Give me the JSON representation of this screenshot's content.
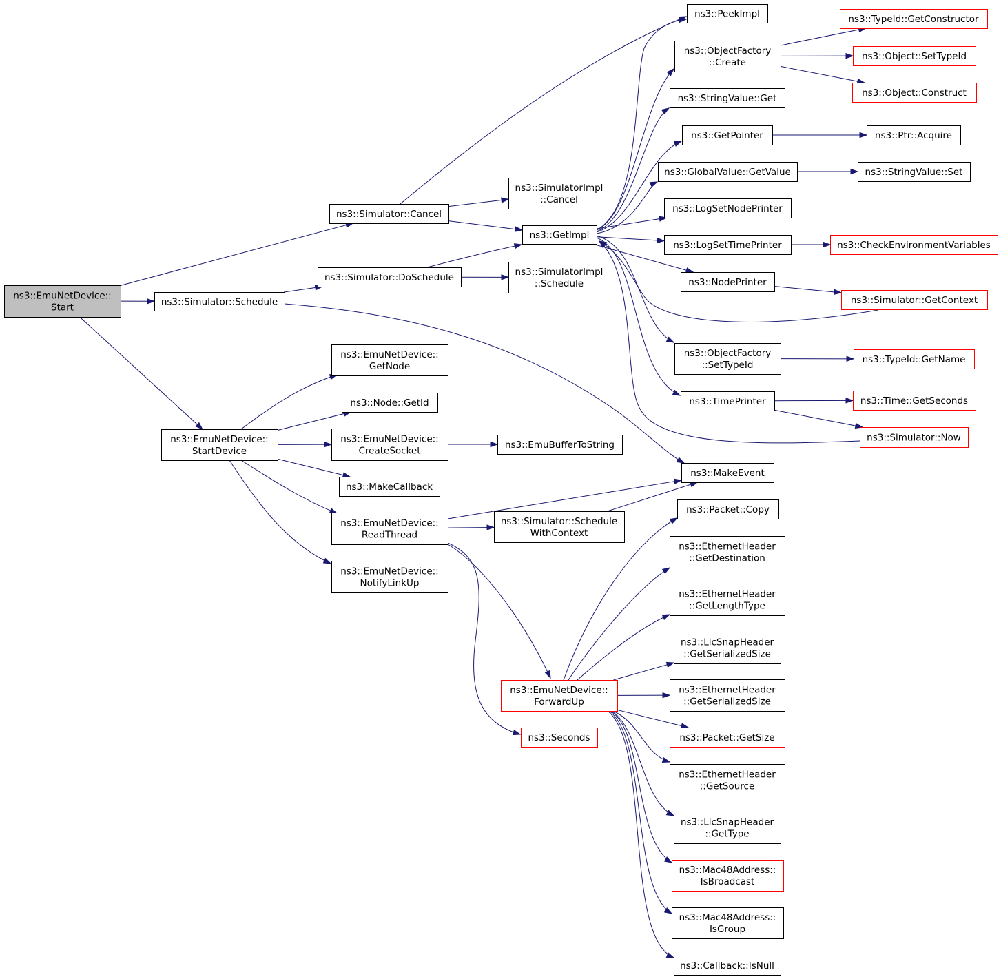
{
  "colors": {
    "edge": "#191970",
    "border_normal": "#000000",
    "border_truncated": "#ff0000",
    "root_fill": "#bfbfbf",
    "node_fill": "#ffffff"
  },
  "nodes": [
    {
      "id": "start",
      "lines": [
        "ns3::EmuNetDevice::",
        "Start"
      ],
      "style": "root"
    },
    {
      "id": "sim_schedule",
      "lines": [
        "ns3::Simulator::Schedule"
      ],
      "style": "normal"
    },
    {
      "id": "sim_cancel",
      "lines": [
        "ns3::Simulator::Cancel"
      ],
      "style": "normal"
    },
    {
      "id": "sim_doschedule",
      "lines": [
        "ns3::Simulator::DoSchedule"
      ],
      "style": "normal"
    },
    {
      "id": "start_device",
      "lines": [
        "ns3::EmuNetDevice::",
        "StartDevice"
      ],
      "style": "normal"
    },
    {
      "id": "simimpl_cancel",
      "lines": [
        "ns3::SimulatorImpl",
        "::Cancel"
      ],
      "style": "normal"
    },
    {
      "id": "getimpl",
      "lines": [
        "ns3::GetImpl"
      ],
      "style": "normal"
    },
    {
      "id": "simimpl_schedule",
      "lines": [
        "ns3::SimulatorImpl",
        "::Schedule"
      ],
      "style": "normal"
    },
    {
      "id": "peekimpl",
      "lines": [
        "ns3::PeekImpl"
      ],
      "style": "normal"
    },
    {
      "id": "of_create",
      "lines": [
        "ns3::ObjectFactory",
        "::Create"
      ],
      "style": "normal"
    },
    {
      "id": "stringvalue_get",
      "lines": [
        "ns3::StringValue::Get"
      ],
      "style": "normal"
    },
    {
      "id": "getpointer",
      "lines": [
        "ns3::GetPointer"
      ],
      "style": "normal"
    },
    {
      "id": "gv_getvalue",
      "lines": [
        "ns3::GlobalValue::GetValue"
      ],
      "style": "normal"
    },
    {
      "id": "logsetnodeprinter",
      "lines": [
        "ns3::LogSetNodePrinter"
      ],
      "style": "normal"
    },
    {
      "id": "logsettimeprinter",
      "lines": [
        "ns3::LogSetTimePrinter"
      ],
      "style": "normal"
    },
    {
      "id": "nodeprinter",
      "lines": [
        "ns3::NodePrinter"
      ],
      "style": "normal"
    },
    {
      "id": "of_settypeid",
      "lines": [
        "ns3::ObjectFactory",
        "::SetTypeId"
      ],
      "style": "normal"
    },
    {
      "id": "timeprinter",
      "lines": [
        "ns3::TimePrinter"
      ],
      "style": "normal"
    },
    {
      "id": "makeevent",
      "lines": [
        "ns3::MakeEvent"
      ],
      "style": "normal"
    },
    {
      "id": "typeid_getconstructor",
      "lines": [
        "ns3::TypeId::GetConstructor"
      ],
      "style": "truncated"
    },
    {
      "id": "object_settypeid",
      "lines": [
        "ns3::Object::SetTypeId"
      ],
      "style": "truncated"
    },
    {
      "id": "object_construct",
      "lines": [
        "ns3::Object::Construct"
      ],
      "style": "truncated"
    },
    {
      "id": "ptr_acquire",
      "lines": [
        "ns3::Ptr::Acquire"
      ],
      "style": "normal"
    },
    {
      "id": "stringvalue_set",
      "lines": [
        "ns3::StringValue::Set"
      ],
      "style": "normal"
    },
    {
      "id": "checkenv",
      "lines": [
        "ns3::CheckEnvironmentVariables"
      ],
      "style": "truncated"
    },
    {
      "id": "sim_getcontext",
      "lines": [
        "ns3::Simulator::GetContext"
      ],
      "style": "truncated"
    },
    {
      "id": "typeid_getname",
      "lines": [
        "ns3::TypeId::GetName"
      ],
      "style": "truncated"
    },
    {
      "id": "time_getseconds",
      "lines": [
        "ns3::Time::GetSeconds"
      ],
      "style": "truncated"
    },
    {
      "id": "sim_now",
      "lines": [
        "ns3::Simulator::Now"
      ],
      "style": "truncated"
    },
    {
      "id": "emu_getnode",
      "lines": [
        "ns3::EmuNetDevice::",
        "GetNode"
      ],
      "style": "normal"
    },
    {
      "id": "node_getid",
      "lines": [
        "ns3::Node::GetId"
      ],
      "style": "normal"
    },
    {
      "id": "emu_createsocket",
      "lines": [
        "ns3::EmuNetDevice::",
        "CreateSocket"
      ],
      "style": "normal"
    },
    {
      "id": "makecallback",
      "lines": [
        "ns3::MakeCallback"
      ],
      "style": "normal"
    },
    {
      "id": "emu_readthread",
      "lines": [
        "ns3::EmuNetDevice::",
        "ReadThread"
      ],
      "style": "normal"
    },
    {
      "id": "emu_notifylinkup",
      "lines": [
        "ns3::EmuNetDevice::",
        "NotifyLinkUp"
      ],
      "style": "normal"
    },
    {
      "id": "emubuffertostring",
      "lines": [
        "ns3::EmuBufferToString"
      ],
      "style": "normal"
    },
    {
      "id": "sim_schedulewithcontext",
      "lines": [
        "ns3::Simulator::Schedule",
        "WithContext"
      ],
      "style": "normal"
    },
    {
      "id": "emu_forwardup",
      "lines": [
        "ns3::EmuNetDevice::",
        "ForwardUp"
      ],
      "style": "truncated"
    },
    {
      "id": "seconds",
      "lines": [
        "ns3::Seconds"
      ],
      "style": "truncated"
    },
    {
      "id": "packet_copy",
      "lines": [
        "ns3::Packet::Copy"
      ],
      "style": "normal"
    },
    {
      "id": "eh_getdestination",
      "lines": [
        "ns3::EthernetHeader",
        "::GetDestination"
      ],
      "style": "normal"
    },
    {
      "id": "eh_getlengthtype",
      "lines": [
        "ns3::EthernetHeader",
        "::GetLengthType"
      ],
      "style": "normal"
    },
    {
      "id": "llc_getserializedsize",
      "lines": [
        "ns3::LlcSnapHeader",
        "::GetSerializedSize"
      ],
      "style": "normal"
    },
    {
      "id": "eh_getserializedsize",
      "lines": [
        "ns3::EthernetHeader",
        "::GetSerializedSize"
      ],
      "style": "normal"
    },
    {
      "id": "packet_getsize",
      "lines": [
        "ns3::Packet::GetSize"
      ],
      "style": "truncated"
    },
    {
      "id": "eh_getsource",
      "lines": [
        "ns3::EthernetHeader",
        "::GetSource"
      ],
      "style": "normal"
    },
    {
      "id": "llc_gettype",
      "lines": [
        "ns3::LlcSnapHeader",
        "::GetType"
      ],
      "style": "normal"
    },
    {
      "id": "mac_isbroadcast",
      "lines": [
        "ns3::Mac48Address::",
        "IsBroadcast"
      ],
      "style": "truncated"
    },
    {
      "id": "mac_isgroup",
      "lines": [
        "ns3::Mac48Address::",
        "IsGroup"
      ],
      "style": "normal"
    },
    {
      "id": "callback_isnull",
      "lines": [
        "ns3::Callback::IsNull"
      ],
      "style": "normal"
    }
  ],
  "edges": [
    [
      "start",
      "sim_cancel"
    ],
    [
      "start",
      "sim_schedule"
    ],
    [
      "start",
      "start_device"
    ],
    [
      "sim_cancel",
      "simimpl_cancel"
    ],
    [
      "sim_cancel",
      "getimpl"
    ],
    [
      "sim_cancel",
      "peekimpl"
    ],
    [
      "sim_schedule",
      "sim_doschedule"
    ],
    [
      "sim_schedule",
      "makeevent"
    ],
    [
      "sim_doschedule",
      "getimpl"
    ],
    [
      "sim_doschedule",
      "simimpl_schedule"
    ],
    [
      "getimpl",
      "peekimpl"
    ],
    [
      "getimpl",
      "of_create"
    ],
    [
      "getimpl",
      "stringvalue_get"
    ],
    [
      "getimpl",
      "getpointer"
    ],
    [
      "getimpl",
      "gv_getvalue"
    ],
    [
      "getimpl",
      "logsetnodeprinter"
    ],
    [
      "getimpl",
      "logsettimeprinter"
    ],
    [
      "getimpl",
      "nodeprinter"
    ],
    [
      "getimpl",
      "of_settypeid"
    ],
    [
      "getimpl",
      "timeprinter"
    ],
    [
      "of_create",
      "typeid_getconstructor"
    ],
    [
      "of_create",
      "object_settypeid"
    ],
    [
      "of_create",
      "object_construct"
    ],
    [
      "getpointer",
      "ptr_acquire"
    ],
    [
      "gv_getvalue",
      "stringvalue_set"
    ],
    [
      "logsettimeprinter",
      "checkenv"
    ],
    [
      "nodeprinter",
      "sim_getcontext"
    ],
    [
      "sim_getcontext",
      "getimpl"
    ],
    [
      "of_settypeid",
      "typeid_getname"
    ],
    [
      "timeprinter",
      "time_getseconds"
    ],
    [
      "timeprinter",
      "sim_now"
    ],
    [
      "sim_now",
      "getimpl"
    ],
    [
      "start_device",
      "emu_getnode"
    ],
    [
      "start_device",
      "node_getid"
    ],
    [
      "start_device",
      "emu_createsocket"
    ],
    [
      "start_device",
      "makecallback"
    ],
    [
      "start_device",
      "emu_readthread"
    ],
    [
      "start_device",
      "emu_notifylinkup"
    ],
    [
      "emu_createsocket",
      "emubuffertostring"
    ],
    [
      "emu_readthread",
      "makeevent"
    ],
    [
      "emu_readthread",
      "sim_schedulewithcontext"
    ],
    [
      "emu_readthread",
      "emu_forwardup"
    ],
    [
      "emu_readthread",
      "seconds"
    ],
    [
      "sim_schedulewithcontext",
      "makeevent"
    ],
    [
      "emu_forwardup",
      "packet_copy"
    ],
    [
      "emu_forwardup",
      "eh_getdestination"
    ],
    [
      "emu_forwardup",
      "eh_getlengthtype"
    ],
    [
      "emu_forwardup",
      "llc_getserializedsize"
    ],
    [
      "emu_forwardup",
      "eh_getserializedsize"
    ],
    [
      "emu_forwardup",
      "packet_getsize"
    ],
    [
      "emu_forwardup",
      "eh_getsource"
    ],
    [
      "emu_forwardup",
      "llc_gettype"
    ],
    [
      "emu_forwardup",
      "mac_isbroadcast"
    ],
    [
      "emu_forwardup",
      "mac_isgroup"
    ],
    [
      "emu_forwardup",
      "callback_isnull"
    ]
  ]
}
